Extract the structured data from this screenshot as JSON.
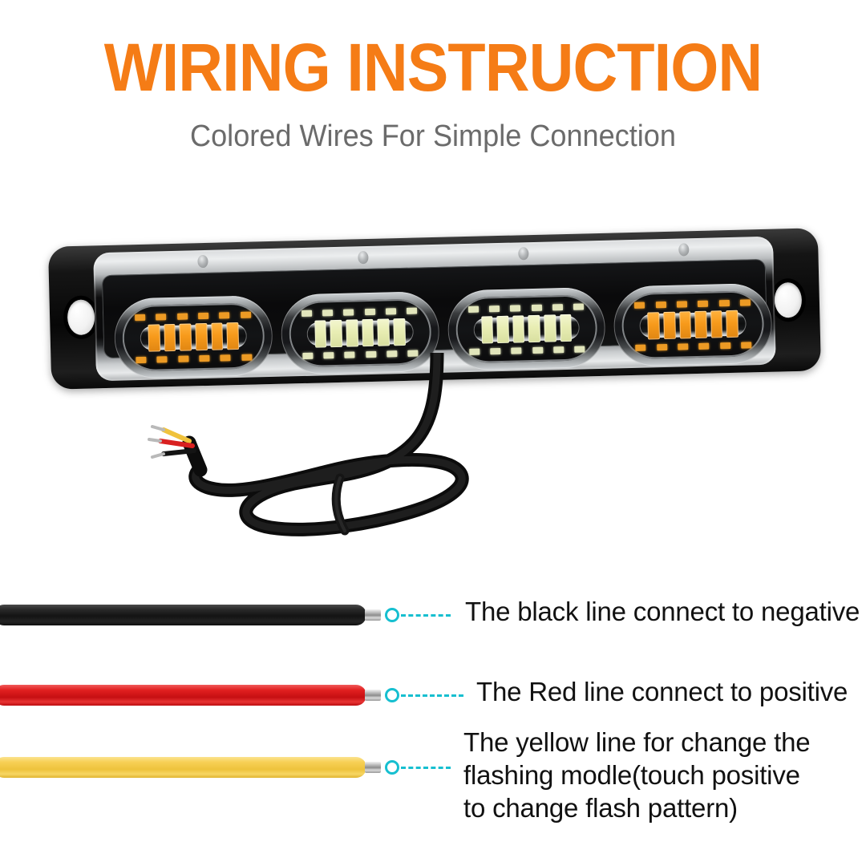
{
  "header": {
    "title": "WIRING INSTRUCTION",
    "subtitle": "Colored Wires For Simple Connection",
    "title_color": "#F57C16",
    "subtitle_color": "#6B6B6B"
  },
  "product": {
    "name": "led-strobe-light-bar",
    "pod_count": 4,
    "chips_per_pod": 6,
    "pod_colors": [
      "amber",
      "white",
      "white",
      "amber"
    ],
    "housing_color": "#0A0A0A",
    "amber_color": "#F79A1B",
    "white_color": "#E8EDB3",
    "cable": {
      "jacket_color": "#111111",
      "lead_colors": [
        "#F0C23C",
        "#D92020",
        "#141414"
      ]
    }
  },
  "legend": {
    "marker_color": "#16BFD0",
    "items": [
      {
        "wire": "black",
        "wire_color": "#131313",
        "text": "The black line connect to negative"
      },
      {
        "wire": "red",
        "wire_color": "#C60F12",
        "text": "The Red line connect to positive"
      },
      {
        "wire": "yellow",
        "wire_color": "#EEC33C",
        "text": "The yellow line for change the\nflashing modle(touch positive\nto change flash pattern)"
      }
    ]
  }
}
